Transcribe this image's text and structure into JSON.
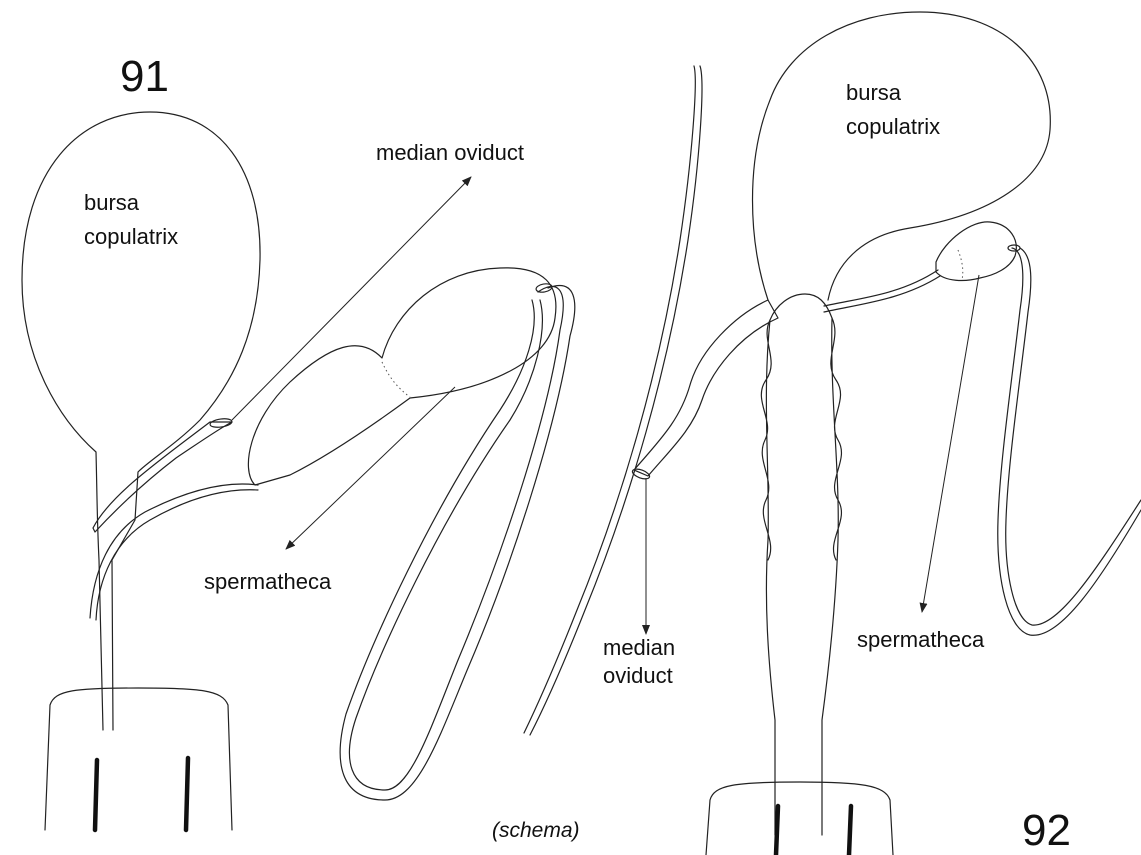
{
  "figure_91": {
    "number": "91",
    "labels": {
      "bursa_line1": "bursa",
      "bursa_line2": "copulatrix",
      "median_oviduct": "median oviduct",
      "spermatheca": "spermatheca"
    }
  },
  "figure_92": {
    "number": "92",
    "labels": {
      "bursa_line1": "bursa",
      "bursa_line2": "copulatrix",
      "median_oviduct_line1": "median",
      "median_oviduct_line2": "oviduct",
      "spermatheca": "spermatheca"
    }
  },
  "caption_note": "(schema)"
}
